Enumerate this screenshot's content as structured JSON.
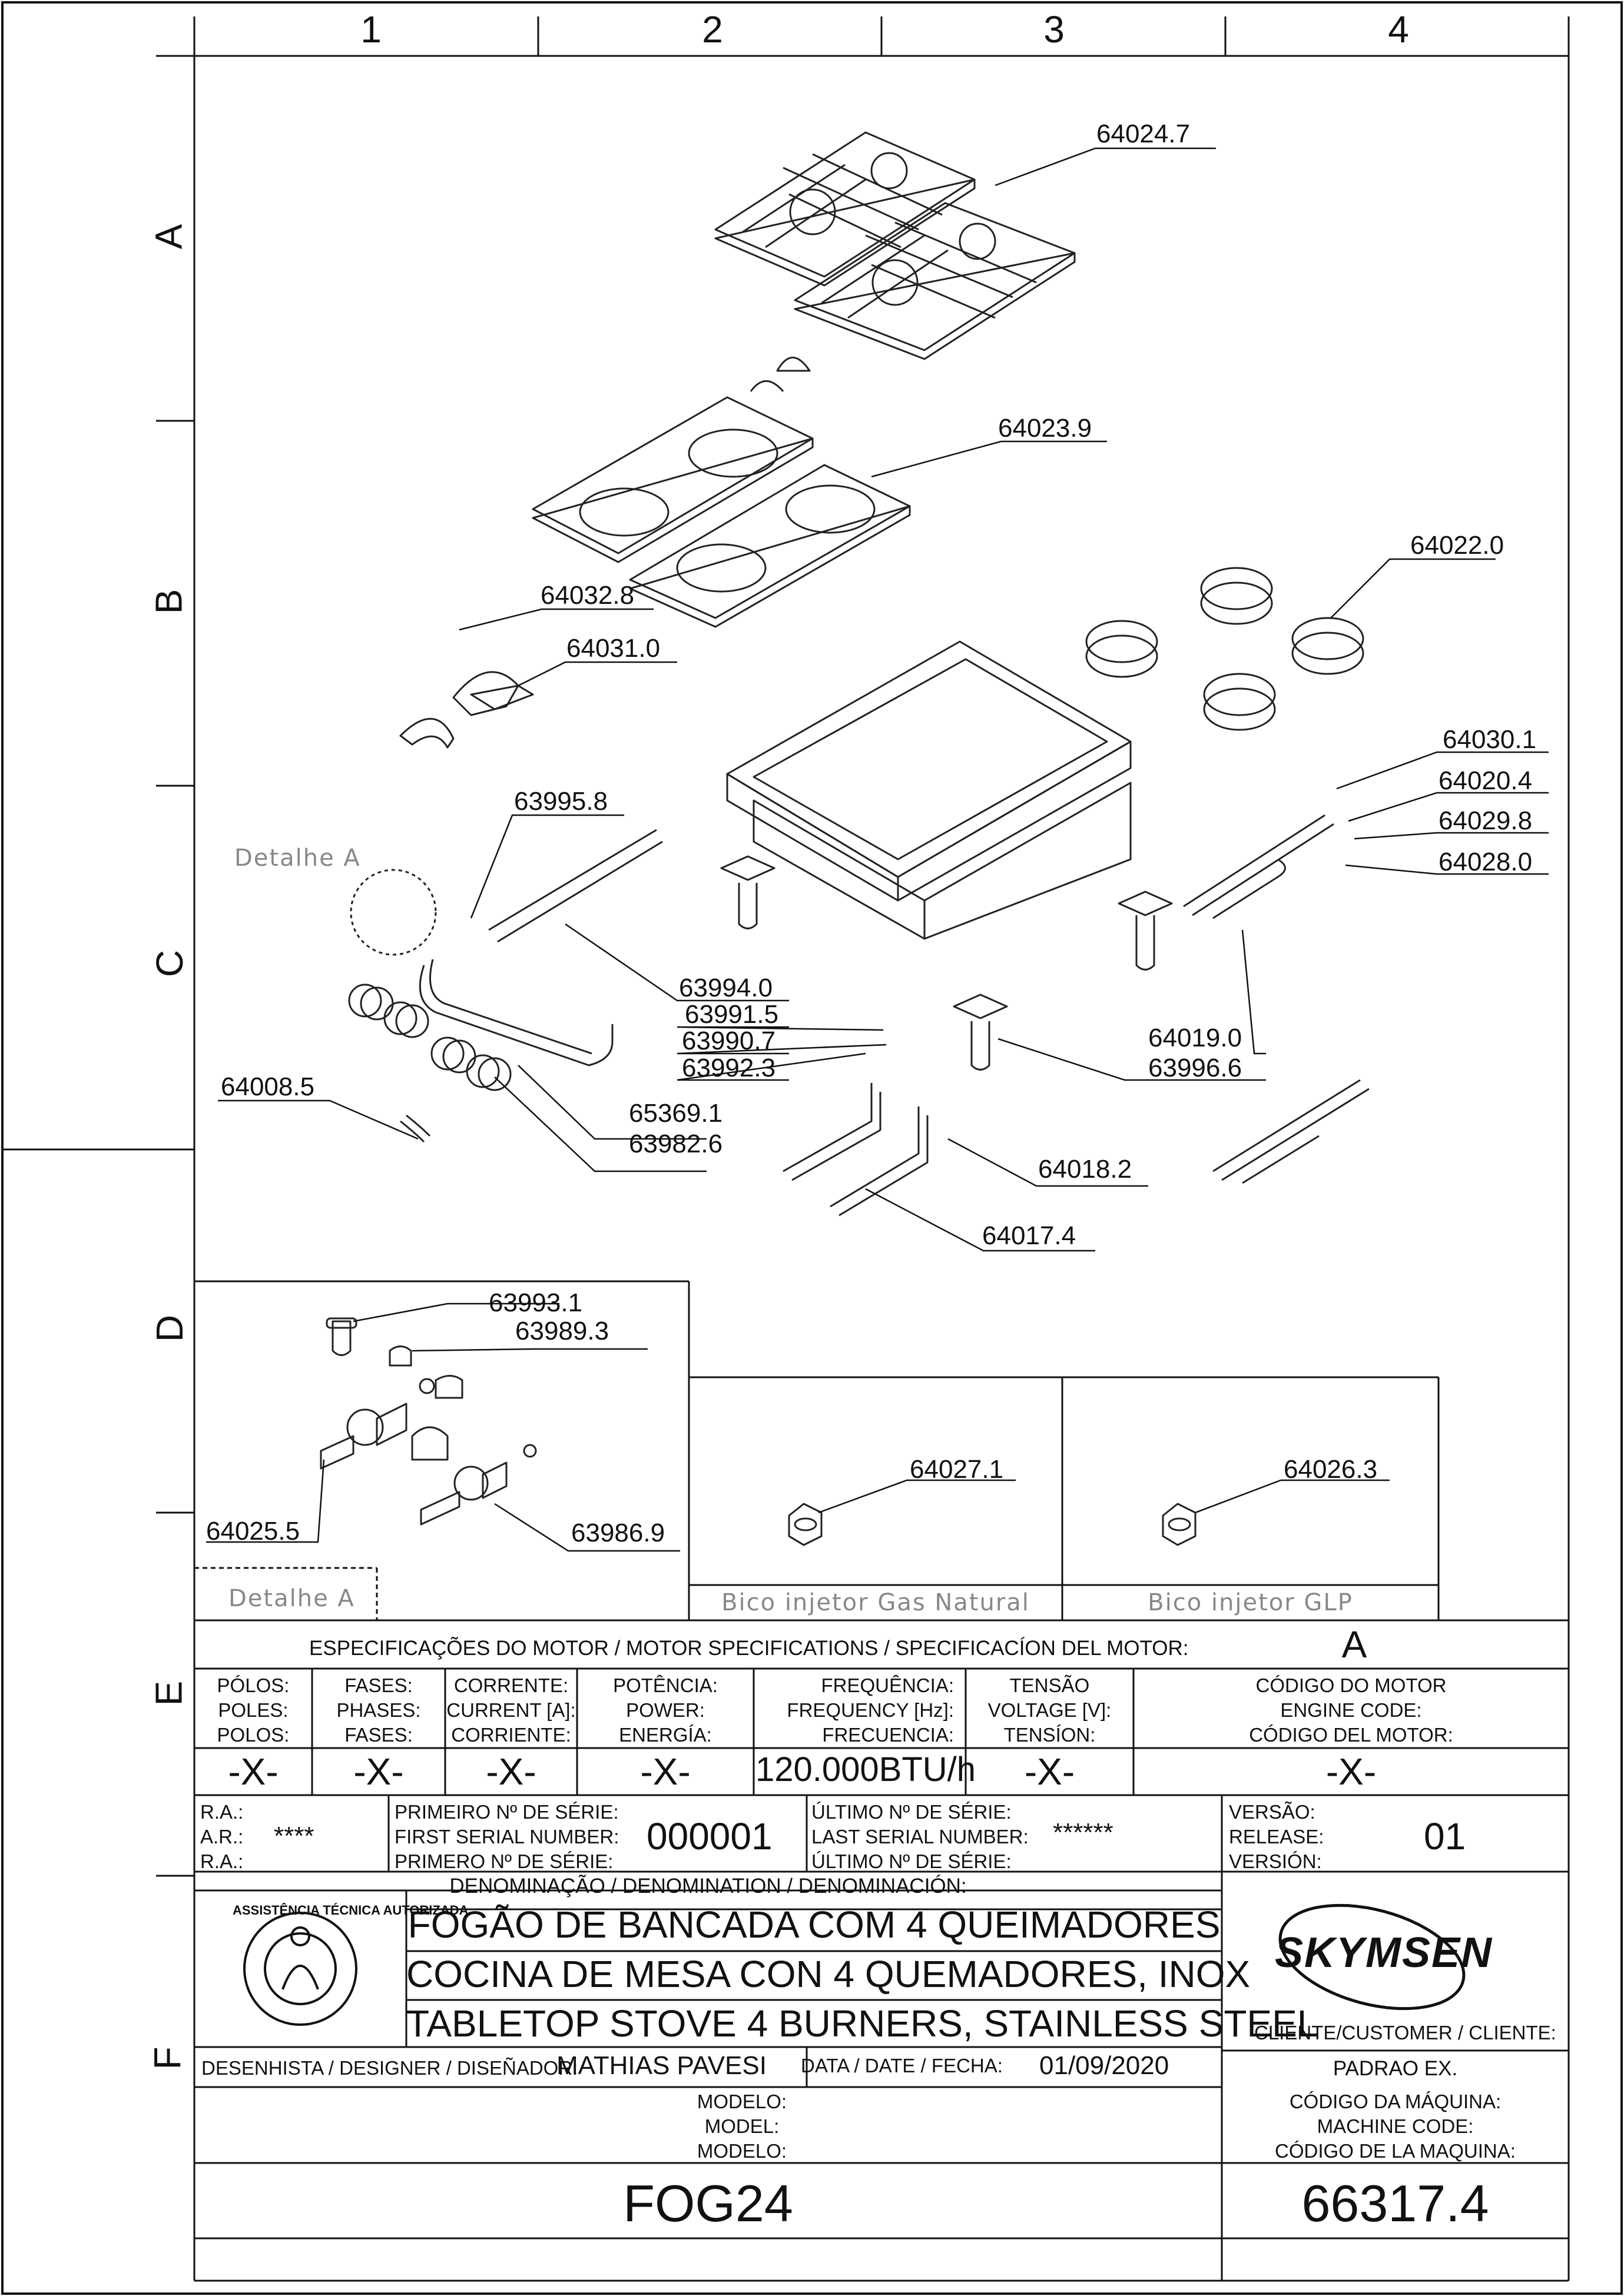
{
  "grid": {
    "columns": [
      "1",
      "2",
      "3",
      "4"
    ],
    "rows": [
      "A",
      "B",
      "C",
      "D",
      "E",
      "F"
    ]
  },
  "part_labels": {
    "p64024_7": "64024.7",
    "p64023_9": "64023.9",
    "p64022_0": "64022.0",
    "p64032_8": "64032.8",
    "p64031_0": "64031.0",
    "p64030_1": "64030.1",
    "p64020_4": "64020.4",
    "p64029_8": "64029.8",
    "p64028_0": "64028.0",
    "p63995_8": "63995.8",
    "p63994_0": "63994.0",
    "p63991_5": "63991.5",
    "p63990_7": "63990.7",
    "p63992_3": "63992.3",
    "p64019_0": "64019.0",
    "p63996_6": "63996.6",
    "p64008_5": "64008.5",
    "p65369_1": "65369.1",
    "p63982_6": "63982.6",
    "p64018_2": "64018.2",
    "p64017_4": "64017.4",
    "p63993_1": "63993.1",
    "p63989_3": "63989.3",
    "p64025_5": "64025.5",
    "p63986_9": "63986.9",
    "p64027_1": "64027.1",
    "p64026_3": "64026.3"
  },
  "detail_labels": {
    "detail_a_top": "Detalhe A",
    "detail_a_box": "Detalhe A",
    "bico_gn": "Bico injetor Gas Natural",
    "bico_glp": "Bico injetor GLP"
  },
  "title_block": {
    "motor_spec_title": "ESPECIFICAÇÕES DO MOTOR / MOTOR SPECIFICATIONS / SPECIFICACÍON DEL MOTOR:",
    "motor_spec_value": "A",
    "spec_headers": [
      [
        "PÓLOS:",
        "POLES:",
        "POLOS:"
      ],
      [
        "FASES:",
        "PHASES:",
        "FASES:"
      ],
      [
        "CORRENTE:",
        "CURRENT [A]:",
        "CORRIENTE:"
      ],
      [
        "POTÊNCIA:",
        "POWER:",
        "ENERGÍA:"
      ],
      [
        "FREQUÊNCIA:",
        "FREQUENCY [Hz]:",
        "FRECUENCIA:"
      ],
      [
        "TENSÃO",
        "VOLTAGE [V]:",
        "TENSÍON:"
      ],
      [
        "CÓDIGO DO MOTOR",
        "ENGINE CODE:",
        "CÓDIGO DEL MOTOR:"
      ]
    ],
    "spec_values": [
      "-X-",
      "-X-",
      "-X-",
      "-X-",
      "120.000BTU/h",
      "-X-",
      "-X-"
    ],
    "ra_labels": [
      "R.A.:",
      "A.R.:",
      "R.A.:"
    ],
    "ra_value": "****",
    "first_serial_labels": [
      "PRIMEIRO Nº DE SÉRIE:",
      "FIRST SERIAL NUMBER:",
      "PRIMERO Nº DE SÉRIE:"
    ],
    "first_serial_value": "000001",
    "last_serial_labels": [
      "ÚLTIMO Nº DE SÉRIE:",
      "LAST SERIAL NUMBER:",
      "ÚLTIMO Nº DE SÉRIE:"
    ],
    "last_serial_value": "******",
    "version_labels": [
      "VERSÃO:",
      "RELEASE:",
      "VERSIÓN:"
    ],
    "version_value": "01",
    "denomination_label": "DENOMINAÇÃO / DENOMINATION / DENOMINACIÓN:",
    "title_pt": "FOGÃO DE BANCADA COM 4 QUEIMADORES",
    "title_es": "COCINA DE MESA CON 4 QUEMADORES, INOX",
    "title_en": "TABLETOP STOVE 4 BURNERS, STAINLESS STEEL",
    "client_label": "CLIENTE/CUSTOMER / CLIENTE:",
    "client_value": "PADRAO EX.",
    "designer_label": "DESENHISTA / DESIGNER / DISEÑADOR:",
    "designer_value": "MATHIAS PAVESI",
    "date_label": "DATA / DATE / FECHA:",
    "date_value": "01/09/2020",
    "model_labels": [
      "MODELO:",
      "MODEL:",
      "MODELO:"
    ],
    "model_value": "FOG24",
    "machine_code_labels": [
      "CÓDIGO DA MÁQUINA:",
      "MACHINE CODE:",
      "CÓDIGO DE LA MAQUINA:"
    ],
    "machine_code_value": "66317.4",
    "brand_logo": "SKYMSEN",
    "seal_text": "ASSISTÊNCIA TÉCNICA AUTORIZADA"
  }
}
